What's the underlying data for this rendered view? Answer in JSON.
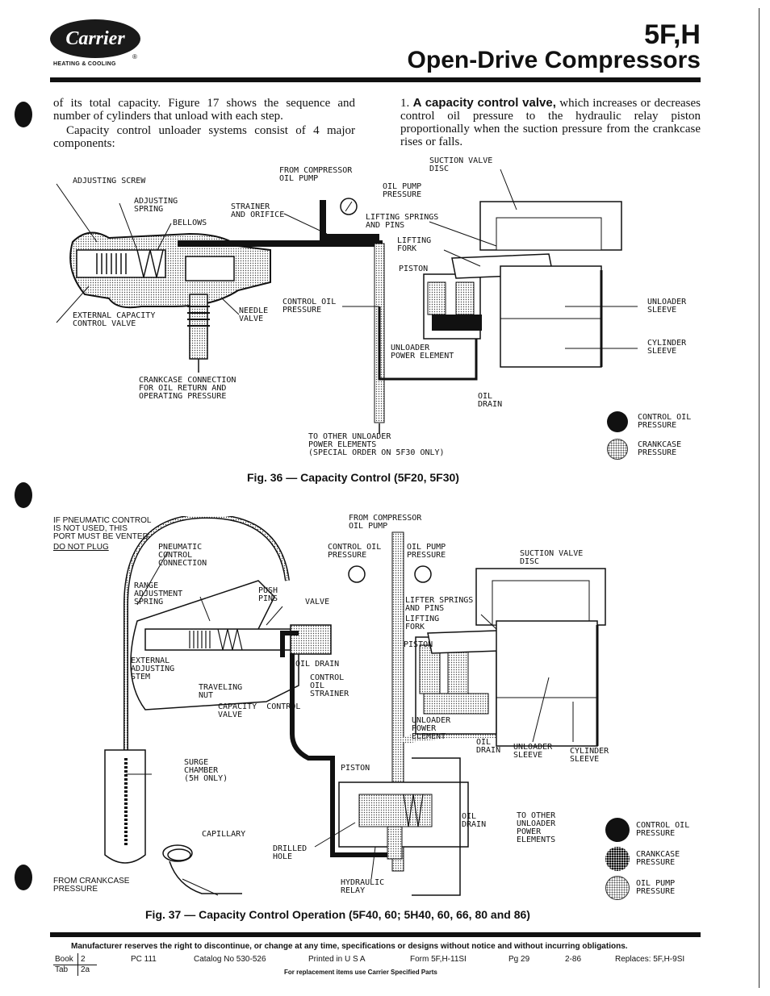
{
  "header": {
    "logo_text": "Carrier",
    "logo_sub": "HEATING & COOLING",
    "logo_reg": "®",
    "title_line1": "5F,H",
    "title_line2": "Open-Drive Compressors"
  },
  "intro": {
    "left_p1": "of its total capacity. Figure 17 shows the sequence and number of cylinders that unload with each step.",
    "left_p2": "Capacity control unloader systems consist of 4 major components:",
    "right_num": "1.",
    "right_bold": "A capacity control valve,",
    "right_rest": " which increases or decreases control oil pressure to the hydraulic relay piston proportionally when the suction pressure from the crankcase rises or falls."
  },
  "fig36": {
    "caption": "Fig. 36 — Capacity Control (5F20, 5F30)",
    "labels": {
      "adjusting_screw": "ADJUSTING SCREW",
      "adjusting_spring": "ADJUSTING\nSPRING",
      "bellows": "BELLOWS",
      "strainer": "STRAINER\nAND ORIFICE",
      "from_compressor": "FROM COMPRESSOR\nOIL PUMP",
      "oil_pump_pressure": "OIL PUMP\nPRESSURE",
      "suction_valve": "SUCTION VALVE\nDISC",
      "lifting_springs": "LIFTING SPRINGS\nAND PINS",
      "lifting_fork": "LIFTING\nFORK",
      "piston": "PISTON",
      "external_valve": "EXTERNAL CAPACITY\nCONTROL VALVE",
      "needle_valve": "NEEDLE\nVALVE",
      "control_oil_pressure": "CONTROL OIL\nPRESSURE",
      "unloader_sleeve": "UNLOADER\nSLEEVE",
      "cylinder_sleeve": "CYLINDER\nSLEEVE",
      "unloader_power": "UNLOADER\nPOWER ELEMENT",
      "crankcase_conn": "CRANKCASE CONNECTION\nFOR OIL RETURN AND\nOPERATING PRESSURE",
      "oil_drain": "OIL\nDRAIN",
      "to_other": "TO OTHER UNLOADER\nPOWER ELEMENTS\n(SPECIAL ORDER ON 5F30 ONLY)"
    },
    "legend": [
      {
        "label": "CONTROL OIL\nPRESSURE",
        "style": "dark"
      },
      {
        "label": "CRANKCASE\nPRESSURE",
        "style": "light"
      }
    ]
  },
  "fig37": {
    "caption": "Fig. 37 — Capacity Control Operation (5F40, 60; 5H40, 60, 66, 80 and 86)",
    "labels": {
      "if_pneumatic": "IF PNEUMATIC CONTROL\nIS NOT USED, THIS\nPORT MUST BE VENTED",
      "do_not_plug": "DO NOT PLUG",
      "pneumatic_conn": "PNEUMATIC\nCONTROL\nCONNECTION",
      "from_compressor": "FROM COMPRESSOR\nOIL PUMP",
      "control_oil_pressure": "CONTROL OIL\nPRESSURE",
      "oil_pump_pressure": "OIL PUMP\nPRESSURE",
      "suction_valve": "SUCTION VALVE\nDISC",
      "range_adj": "RANGE\nADJUSTMENT\nSPRING",
      "push_pins": "PUSH\nPINS",
      "valve": "VALVE",
      "lifter_springs": "LIFTER SPRINGS\nAND PINS",
      "lifting_fork": "LIFTING\nFORK",
      "piston": "PISTON",
      "external_adj": "EXTERNAL\nADJUSTING\nSTEM",
      "oil_drain": "OIL DRAIN",
      "control_oil_strainer": "CONTROL\nOIL\nSTRAINER",
      "traveling_nut": "TRAVELING\nNUT",
      "capacity_control_valve": "CAPACITY  CONTROL\nVALVE",
      "unloader_power": "UNLOADER\nPOWER\nELEMENT",
      "oil_drain2": "OIL\nDRAIN",
      "unloader_sleeve": "UNLOADER\nSLEEVE",
      "cylinder_sleeve": "CYLINDER\nSLEEVE",
      "surge_chamber": "SURGE\nCHAMBER\n(5H ONLY)",
      "piston2": "PISTON",
      "oil_drain3": "OIL\nDRAIN",
      "to_other": "TO OTHER\nUNLOADER\nPOWER\nELEMENTS",
      "capillary": "CAPILLARY",
      "drilled_hole": "DRILLED\nHOLE",
      "from_crankcase": "FROM CRANKCASE\nPRESSURE",
      "hydraulic_relay": "HYDRAULIC\nRELAY"
    },
    "legend": [
      {
        "label": "CONTROL OIL\nPRESSURE",
        "style": "dark"
      },
      {
        "label": "CRANKCASE\nPRESSURE",
        "style": "dotdark"
      },
      {
        "label": "OIL PUMP\nPRESSURE",
        "style": "light"
      }
    ]
  },
  "footer": {
    "notice": "Manufacturer reserves the right to discontinue, or change at any time, specifications or designs without notice and without incurring obligations.",
    "book_label": "Book",
    "book_val": "2",
    "tab_label": "Tab",
    "tab_val": "2a",
    "pc": "PC 111",
    "catalog": "Catalog No 530-526",
    "printed": "Printed in U S A",
    "form": "Form 5F,H-11SI",
    "pg": "Pg 29",
    "date": "2-86",
    "replaces": "Replaces: 5F,H-9SI",
    "replacement": "For replacement items use Carrier Specified Parts"
  }
}
